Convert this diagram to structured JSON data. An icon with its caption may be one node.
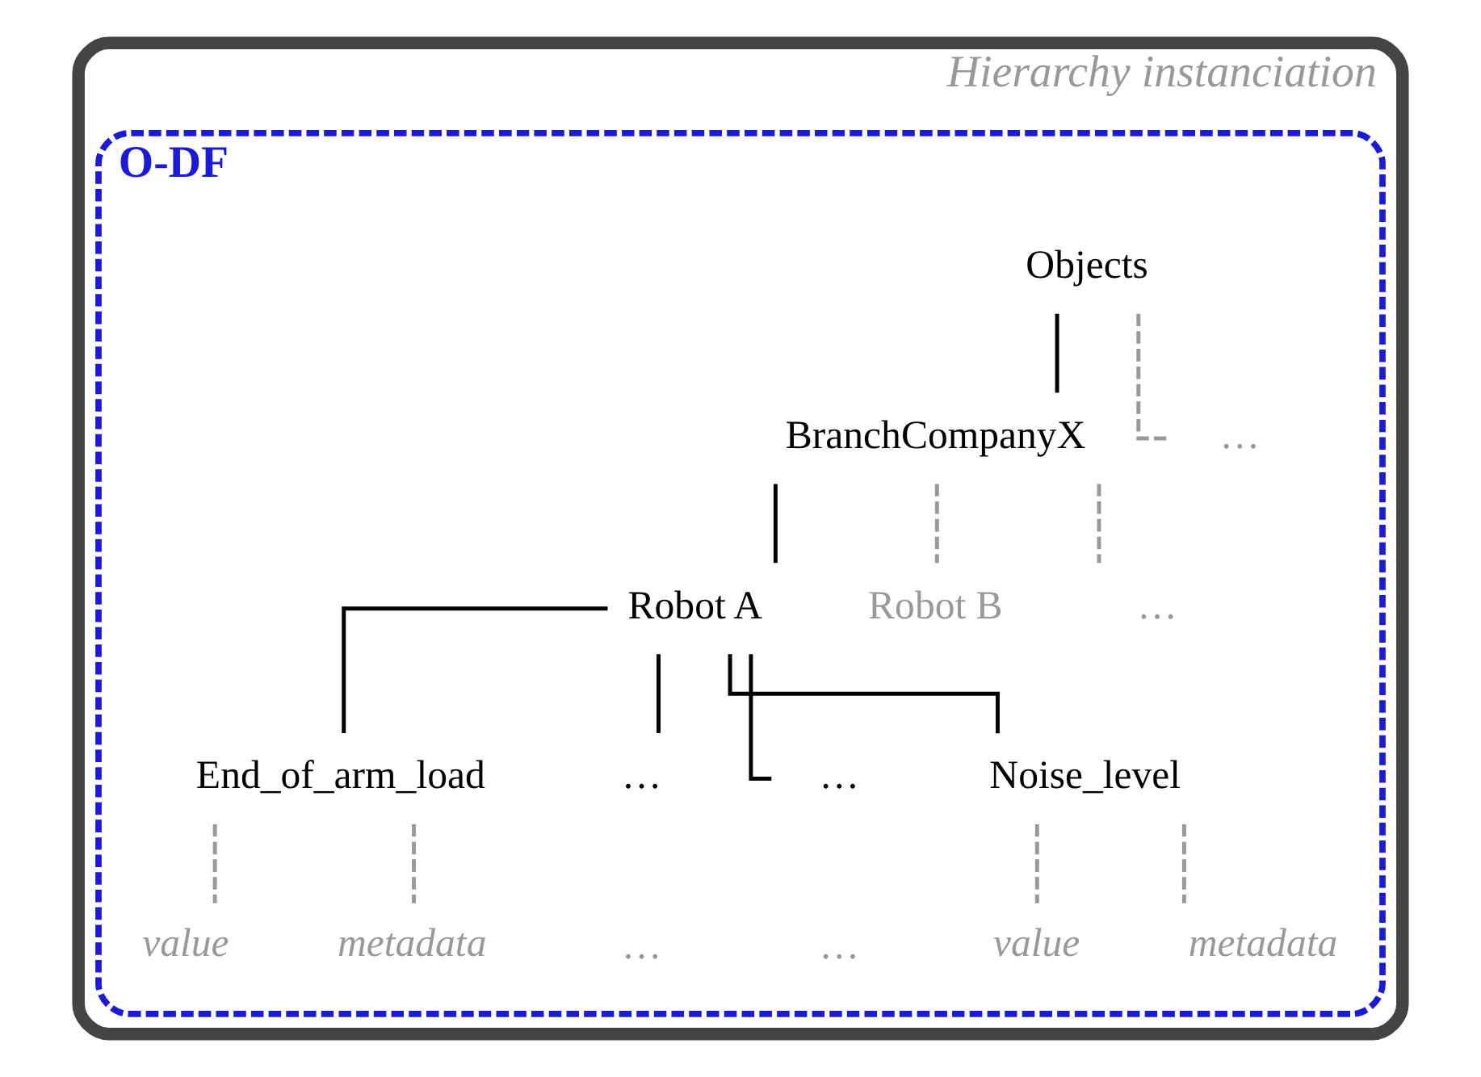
{
  "diagram": {
    "nodes": [
      {
        "text": [
          "Hierarchy instanciation"
        ]
      },
      {
        "text": [
          "O-DF"
        ],
        "in": 0
      },
      {
        "text": [
          "Objects"
        ],
        "in": 1
      },
      {
        "text": [
          "BranchCompanyX"
        ],
        "in": 1
      },
      {
        "text": [
          "…"
        ],
        "in": 1
      },
      {
        "text": [
          "Robot A"
        ],
        "in": 1
      },
      {
        "text": [
          "Robot B"
        ],
        "in": 1
      },
      {
        "text": [
          "…"
        ],
        "in": 1
      },
      {
        "text": [
          "End_of_arm_load"
        ],
        "in": 1
      },
      {
        "text": [
          "…"
        ],
        "in": 1
      },
      {
        "text": [
          "…"
        ],
        "in": 1
      },
      {
        "text": [
          "Noise_level"
        ],
        "in": 1
      },
      {
        "text": [
          "value"
        ],
        "in": 1
      },
      {
        "text": [
          "metadata"
        ],
        "in": 1
      },
      {
        "text": [
          "value"
        ],
        "in": 1
      },
      {
        "text": [
          "metadata"
        ],
        "in": 1
      }
    ],
    "edges": [
      {
        "from": 2,
        "to": 3,
        "arrow": "none",
        "color": "#000000"
      },
      {
        "from": 2,
        "to": 4,
        "arrow": "none",
        "style": "dashed"
      },
      {
        "from": 3,
        "to": 5,
        "arrow": "none",
        "color": "#000000"
      },
      {
        "from": 3,
        "to": 6,
        "arrow": "none",
        "style": "dashed"
      },
      {
        "from": 3,
        "to": 7,
        "arrow": "none",
        "style": "dashed"
      },
      {
        "from": 5,
        "to": 8,
        "arrow": "none",
        "color": "#000000"
      },
      {
        "from": 5,
        "to": 9,
        "arrow": "none",
        "color": "#000000"
      },
      {
        "from": 5,
        "to": 10,
        "arrow": "none",
        "color": "#000000"
      },
      {
        "from": 5,
        "to": 11,
        "arrow": "none",
        "color": "#000000"
      },
      {
        "from": 8,
        "to": 12,
        "arrow": "none",
        "style": "dashed"
      },
      {
        "from": 8,
        "to": 13,
        "arrow": "none",
        "style": "dashed"
      },
      {
        "from": 11,
        "to": 14,
        "arrow": "none",
        "style": "dashed"
      },
      {
        "from": 11,
        "to": 15,
        "arrow": "none",
        "style": "dashed"
      }
    ],
    "labels": [
      "…",
      "…"
    ]
  }
}
